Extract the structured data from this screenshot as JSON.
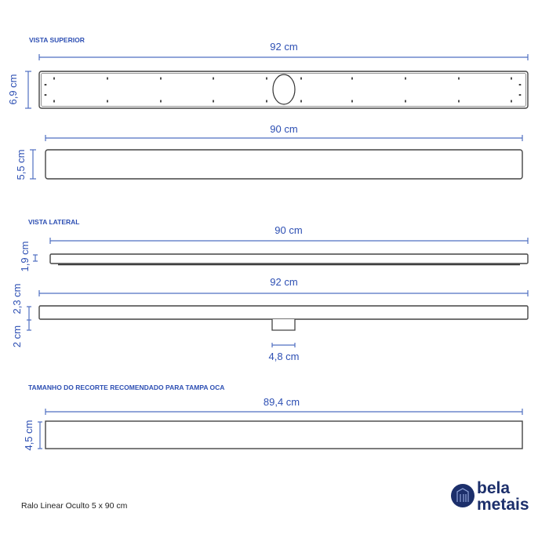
{
  "sections": {
    "top_view": "VISTA SUPERIOR",
    "side_view": "VISTA LATERAL",
    "cutout": "TAMANHO DO RECORTE  RECOMENDADO PARA TAMPA OCA"
  },
  "dimensions": {
    "top_length": "92 cm",
    "top_width": "6,9 cm",
    "inner_length": "90 cm",
    "inner_width": "5,5 cm",
    "side_lid_length": "90 cm",
    "side_lid_height": "1,9 cm",
    "side_body_length": "92 cm",
    "side_body_height": "2,3 cm",
    "outlet_height": "2 cm",
    "outlet_width": "4,8 cm",
    "cutout_length": "89,4 cm",
    "cutout_width": "4,5 cm"
  },
  "caption": "Ralo Linear Oculto 5 x 90 cm",
  "brand": {
    "line1": "bela",
    "line2": "metais"
  },
  "colors": {
    "dimension": "#2d4fb3",
    "brand": "#1c2f6b"
  }
}
